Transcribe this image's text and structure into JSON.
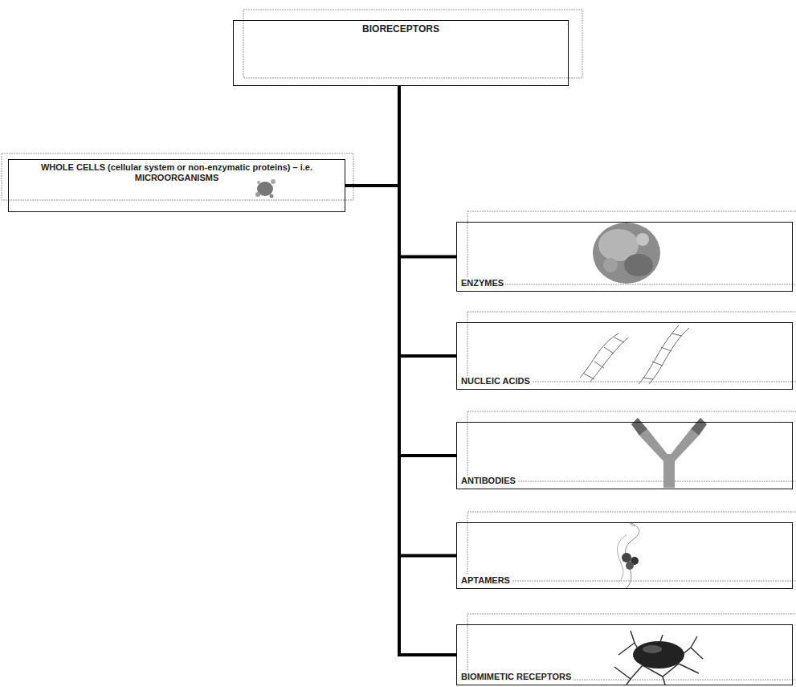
{
  "diagram": {
    "nodes": [
      {
        "text": [
          "BIORECEPTORS"
        ]
      },
      {
        "text": [
          "WHOLE CELLS (cellular system or non-enzymatic proteins) – i.e. MICROORGANISMS"
        ]
      },
      {
        "text": [
          "ENZYMES"
        ]
      },
      {
        "text": [
          "NUCLEIC ACIDS"
        ]
      },
      {
        "text": [
          "ANTIBODIES"
        ]
      },
      {
        "text": [
          "APTAMERS"
        ]
      },
      {
        "text": [
          "BIOMIMETIC RECEPTORS"
        ]
      }
    ],
    "edges": [
      {
        "from": 0,
        "to": 1,
        "arrow": "none"
      },
      {
        "from": 0,
        "to": 2,
        "arrow": "none"
      },
      {
        "from": 0,
        "to": 3,
        "arrow": "none"
      },
      {
        "from": 0,
        "to": 4,
        "arrow": "none"
      },
      {
        "from": 0,
        "to": 5,
        "arrow": "none"
      },
      {
        "from": 0,
        "to": 6,
        "arrow": "none"
      }
    ]
  }
}
